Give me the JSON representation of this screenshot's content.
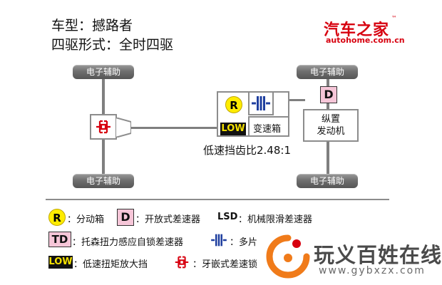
{
  "header": {
    "model_line": "车型：撼路者",
    "drive_line": "四驱形式：全时四驱"
  },
  "logo": {
    "brand": "汽车之家",
    "url": "autohome.com.cn",
    "tm": "™"
  },
  "diagram": {
    "wheel_label": "电子辅助",
    "gearbox_label": "变速箱",
    "engine_label": "纵置\n发动机",
    "ratio_label": "低速挡齿比2.48:1",
    "r_label": "R",
    "d_label": "D",
    "low_label": "LOW"
  },
  "legend": {
    "r_symbol": "R",
    "r_text": "：分动箱",
    "d_symbol": "D",
    "d_text": "：开放式差速器",
    "lsd_symbol": "LSD",
    "lsd_text": "：机械限滑差速器",
    "td_symbol": "TD",
    "td_text": "：托森扭力感应自锁差速器",
    "multiplate_text": "：多片",
    "low_symbol": "LOW",
    "low_text": "：低速扭矩放大挡",
    "dog_text": "：牙嵌式差速锁"
  },
  "watermark": {
    "text": "玩义百姓在线",
    "url": "www.gybxzx.com"
  },
  "colors": {
    "red": "#d7000f",
    "yellow": "#ffec00",
    "pink": "#f6c6d8",
    "blue": "#1f3f9f",
    "wheel_gray": "#6f6f6f",
    "watermark_orange": "#f07b1a"
  }
}
